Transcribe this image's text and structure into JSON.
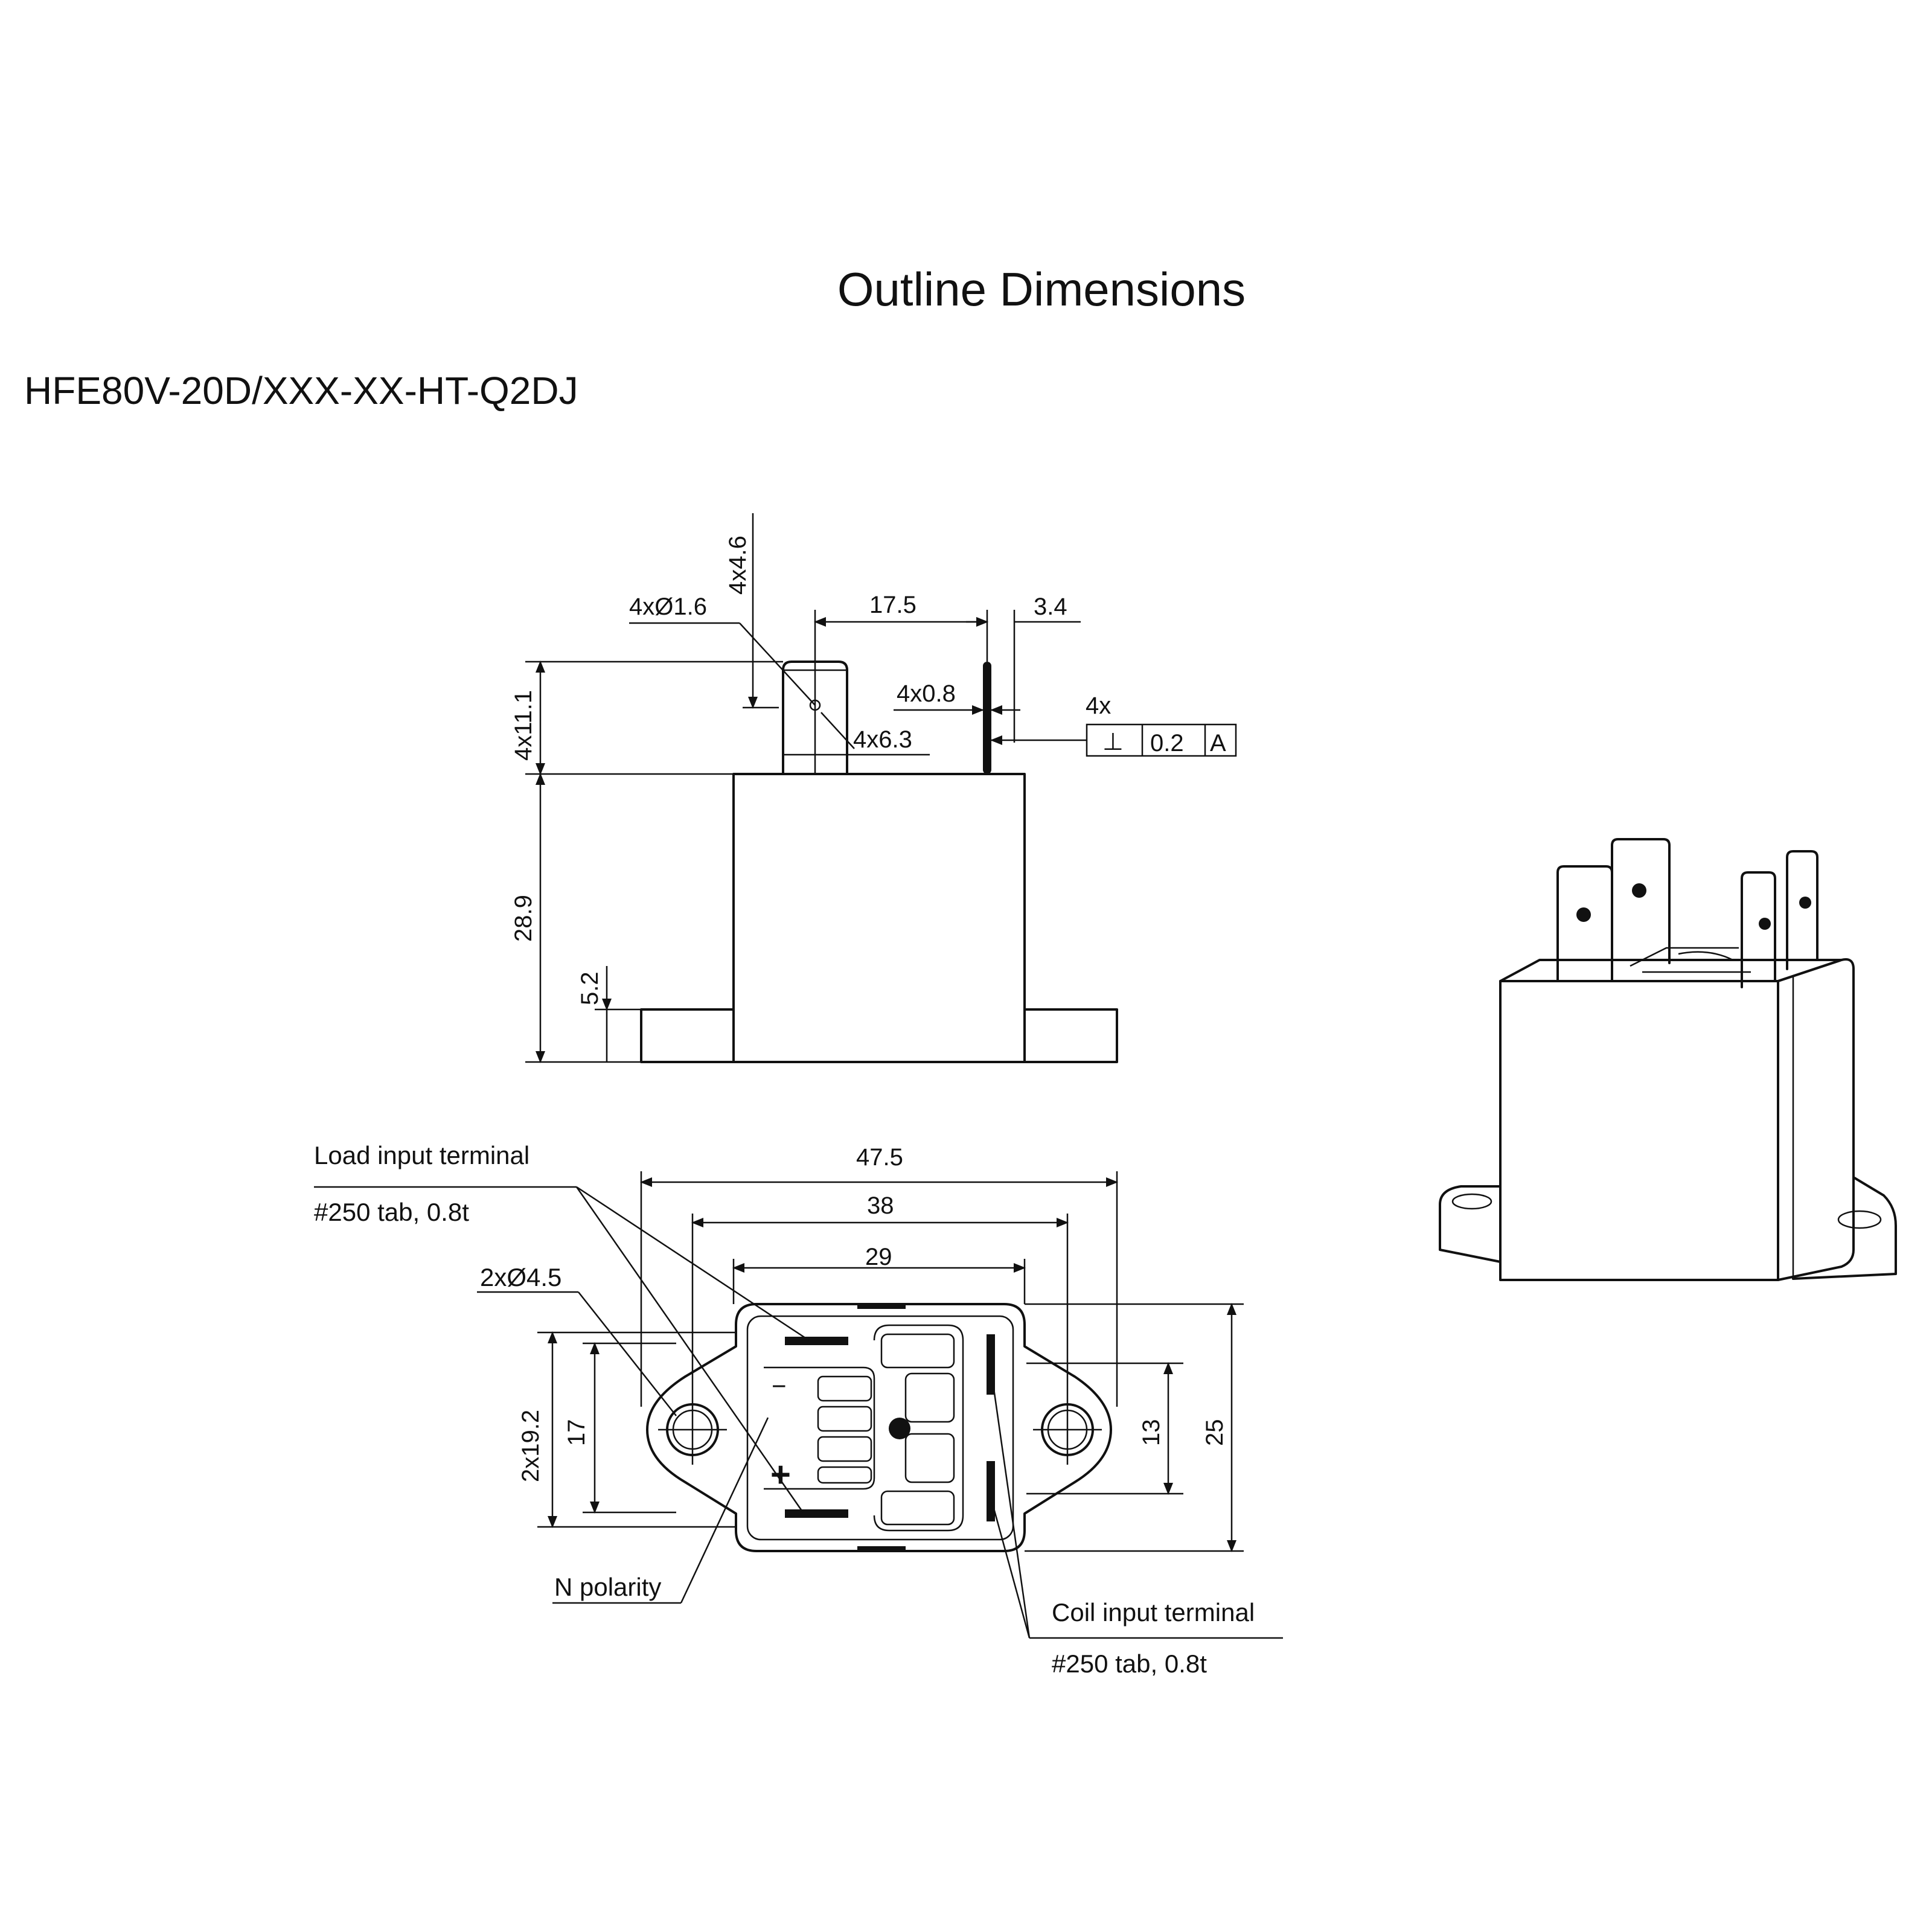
{
  "title": "Outline Dimensions",
  "model": "HFE80V-20D/XXX-XX-HT-Q2DJ",
  "side_view": {
    "dims": {
      "pin_dia": "4xØ1.6",
      "pin_top": "4x4.6",
      "pitch": "17.5",
      "thick_offset": "3.4",
      "tab_thick": "4x0.8",
      "tab_width": "4x6.3",
      "pin_height": "4x11.1",
      "body_height": "28.9",
      "flange_height": "5.2"
    },
    "tolerance": {
      "count": "4x",
      "symbol": "⊥",
      "value": "0.2",
      "datum": "A"
    }
  },
  "bottom_view": {
    "dims": {
      "overall": "47.5",
      "hole_pitch": "38",
      "body_width": "29",
      "hole_dia": "2xØ4.5",
      "flange_height": "2x19.2",
      "inner_17": "17",
      "inner_13": "13",
      "body_depth": "25"
    },
    "labels": {
      "load_terminal": "Load input terminal",
      "load_tab": "#250 tab, 0.8t",
      "n_polarity": "N polarity",
      "coil_terminal": "Coil input terminal",
      "coil_tab": "#250 tab, 0.8t"
    },
    "symbols": {
      "minus": "−",
      "plus": "+"
    }
  }
}
